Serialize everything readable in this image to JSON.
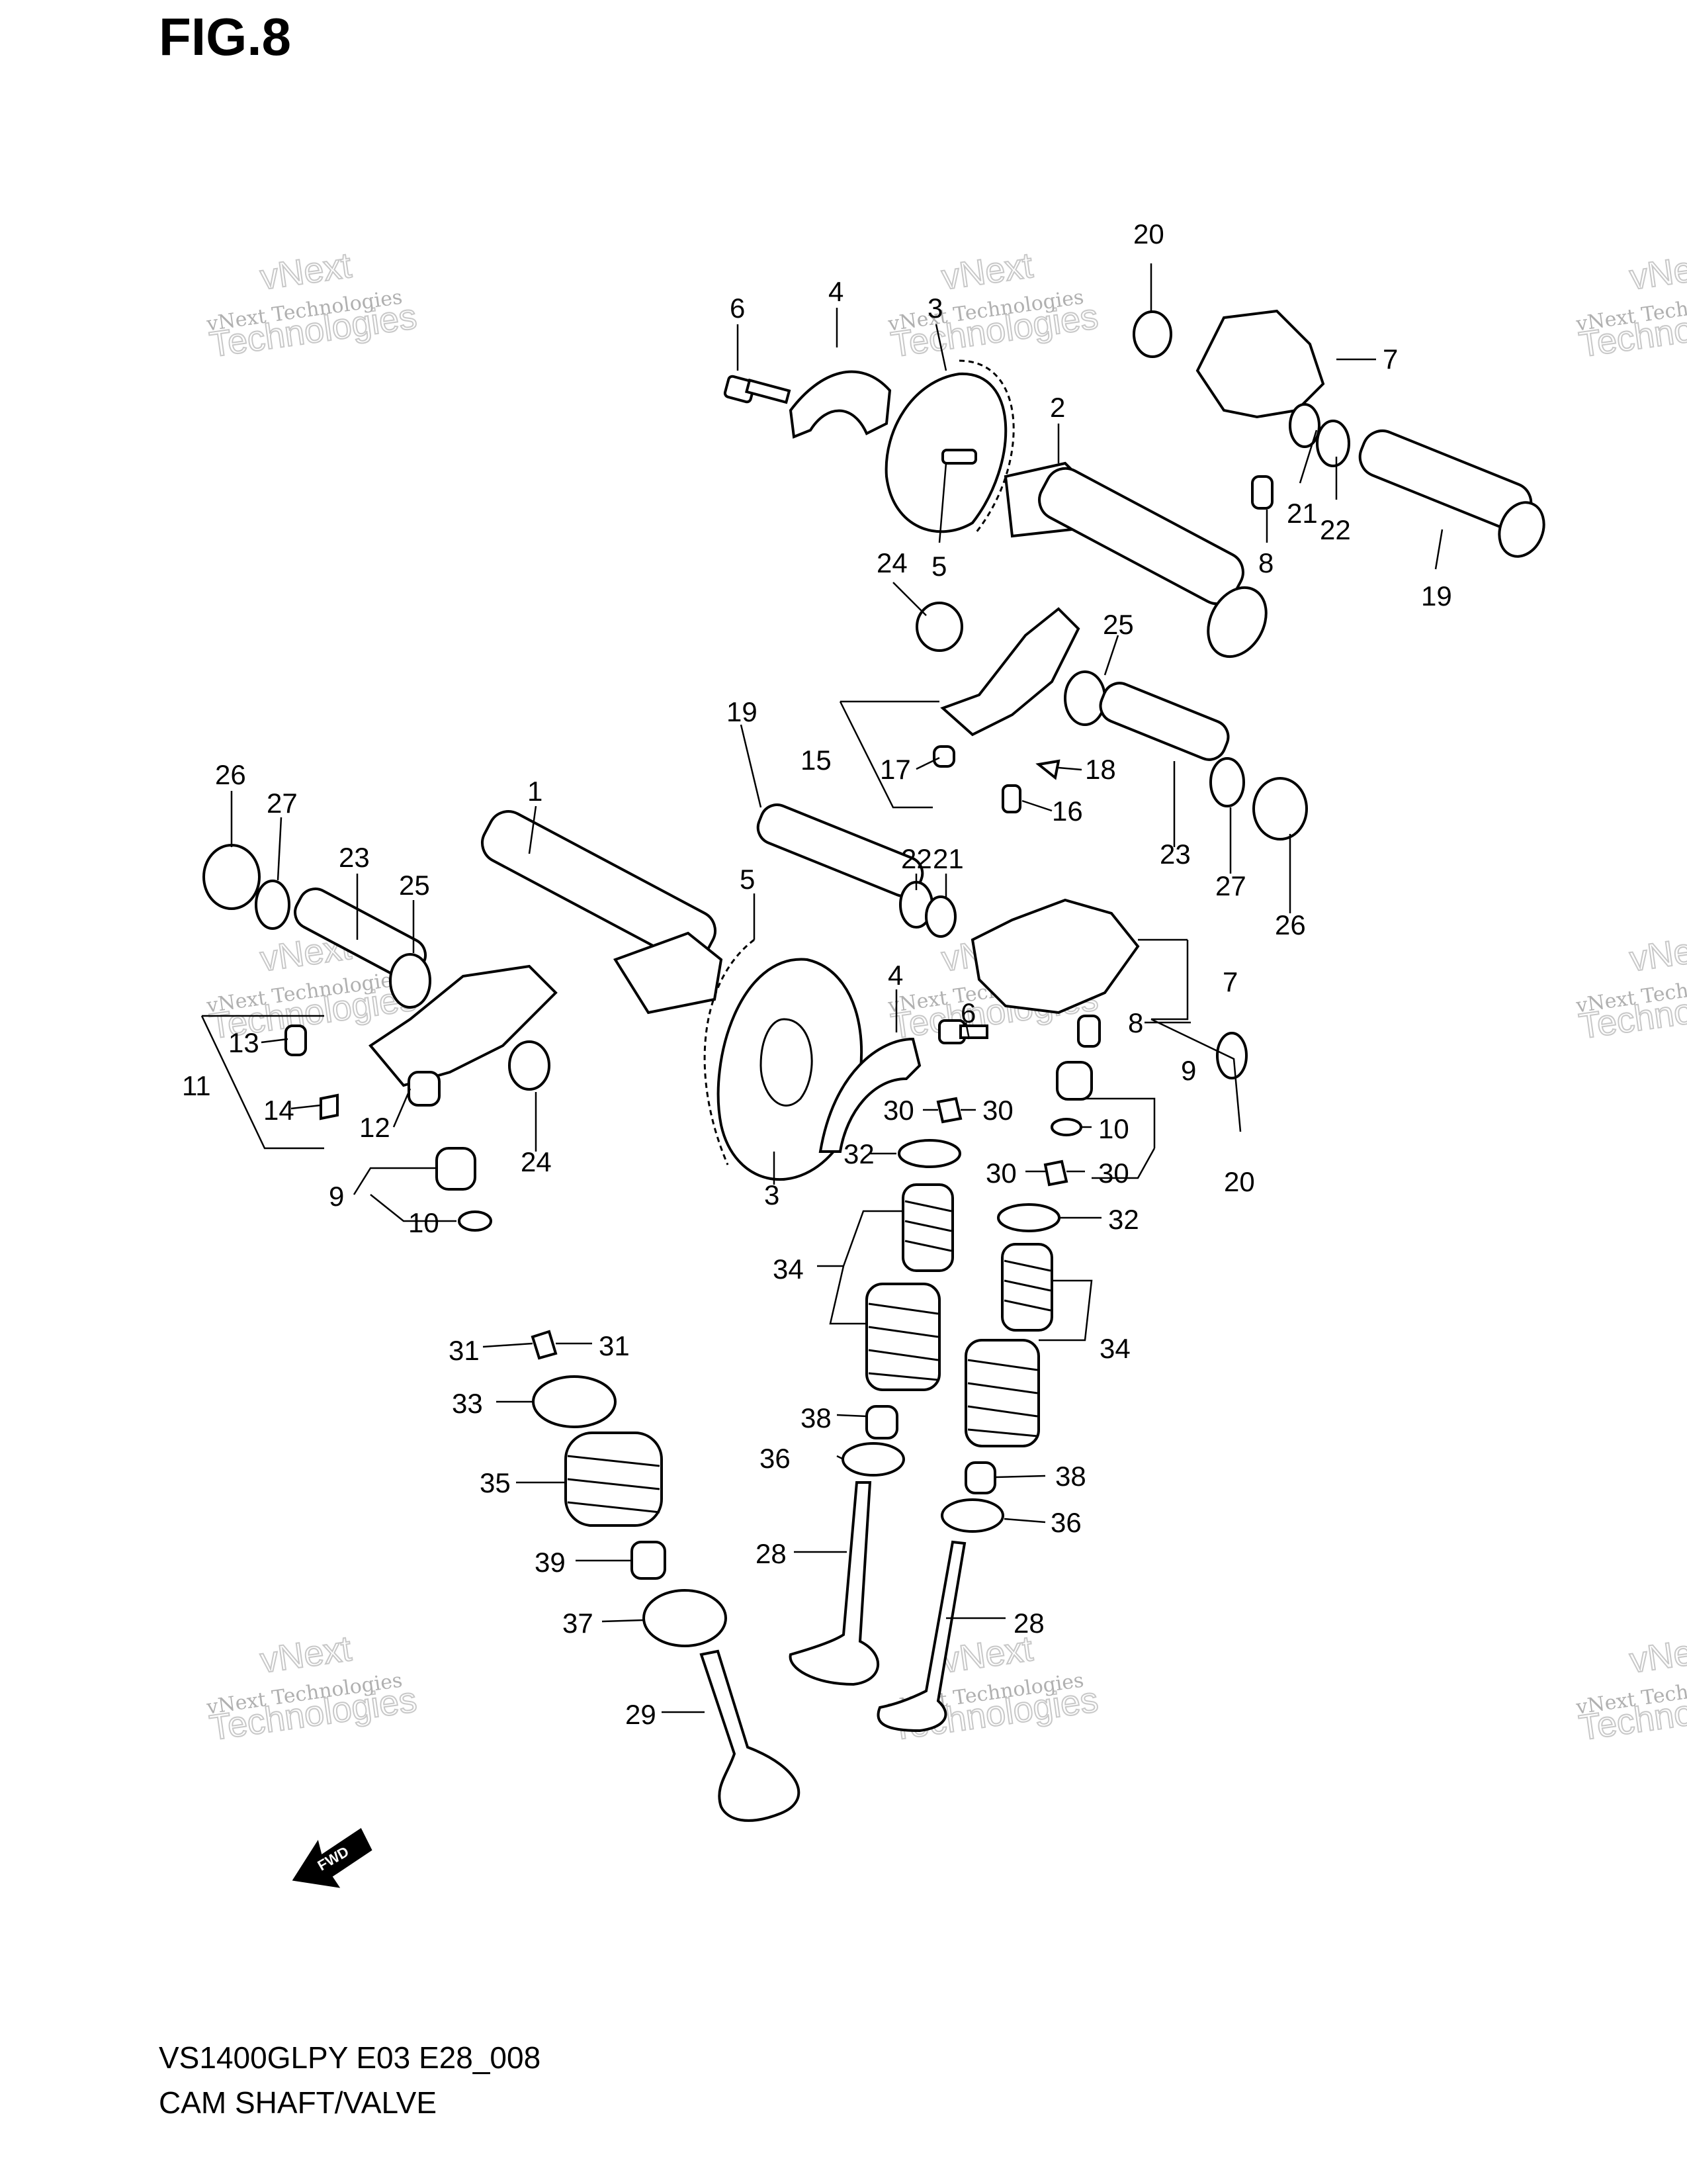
{
  "figure_title": "FIG.8",
  "model_code": "VS1400GLPY E03 E28_008",
  "caption": "CAM SHAFT/VALVE",
  "watermark": {
    "line1": "vNext Technologies",
    "line2a": "vNext",
    "line2b": "Technologies"
  },
  "fwd_label": "FWD",
  "callouts": [
    {
      "id": "c20a",
      "text": "20"
    },
    {
      "id": "c6a",
      "text": "6"
    },
    {
      "id": "c4a",
      "text": "4"
    },
    {
      "id": "c3a",
      "text": "3"
    },
    {
      "id": "c7a",
      "text": "7"
    },
    {
      "id": "c2",
      "text": "2"
    },
    {
      "id": "c21a",
      "text": "21"
    },
    {
      "id": "c22a",
      "text": "22"
    },
    {
      "id": "c8a",
      "text": "8"
    },
    {
      "id": "c19a",
      "text": "19"
    },
    {
      "id": "c5a",
      "text": "5"
    },
    {
      "id": "c24a",
      "text": "24"
    },
    {
      "id": "c25a",
      "text": "25"
    },
    {
      "id": "c19b",
      "text": "19"
    },
    {
      "id": "c15",
      "text": "15"
    },
    {
      "id": "c17",
      "text": "17"
    },
    {
      "id": "c18",
      "text": "18"
    },
    {
      "id": "c16",
      "text": "16"
    },
    {
      "id": "c23a",
      "text": "23"
    },
    {
      "id": "c27a",
      "text": "27"
    },
    {
      "id": "c26a",
      "text": "26"
    },
    {
      "id": "c26b",
      "text": "26"
    },
    {
      "id": "c27b",
      "text": "27"
    },
    {
      "id": "c1",
      "text": "1"
    },
    {
      "id": "c23b",
      "text": "23"
    },
    {
      "id": "c25b",
      "text": "25"
    },
    {
      "id": "c22b",
      "text": "22"
    },
    {
      "id": "c21b",
      "text": "21"
    },
    {
      "id": "c5b",
      "text": "5"
    },
    {
      "id": "c4b",
      "text": "4"
    },
    {
      "id": "c7b",
      "text": "7"
    },
    {
      "id": "c8b",
      "text": "8"
    },
    {
      "id": "c6b",
      "text": "6"
    },
    {
      "id": "c13",
      "text": "13"
    },
    {
      "id": "c11",
      "text": "11"
    },
    {
      "id": "c14",
      "text": "14"
    },
    {
      "id": "c12",
      "text": "12"
    },
    {
      "id": "c24b",
      "text": "24"
    },
    {
      "id": "c9a",
      "text": "9"
    },
    {
      "id": "c10a",
      "text": "10"
    },
    {
      "id": "c3b",
      "text": "3"
    },
    {
      "id": "c30a",
      "text": "30"
    },
    {
      "id": "c30b",
      "text": "30"
    },
    {
      "id": "c10b",
      "text": "10"
    },
    {
      "id": "c9b",
      "text": "9"
    },
    {
      "id": "c20b",
      "text": "20"
    },
    {
      "id": "c32a",
      "text": "32"
    },
    {
      "id": "c30c",
      "text": "30"
    },
    {
      "id": "c30d",
      "text": "30"
    },
    {
      "id": "c32b",
      "text": "32"
    },
    {
      "id": "c34a",
      "text": "34"
    },
    {
      "id": "c34b",
      "text": "34"
    },
    {
      "id": "c31a",
      "text": "31"
    },
    {
      "id": "c31b",
      "text": "31"
    },
    {
      "id": "c33",
      "text": "33"
    },
    {
      "id": "c38a",
      "text": "38"
    },
    {
      "id": "c36a",
      "text": "36"
    },
    {
      "id": "c35",
      "text": "35"
    },
    {
      "id": "c38b",
      "text": "38"
    },
    {
      "id": "c36b",
      "text": "36"
    },
    {
      "id": "c28a",
      "text": "28"
    },
    {
      "id": "c39",
      "text": "39"
    },
    {
      "id": "c37",
      "text": "37"
    },
    {
      "id": "c28b",
      "text": "28"
    },
    {
      "id": "c29",
      "text": "29"
    }
  ]
}
